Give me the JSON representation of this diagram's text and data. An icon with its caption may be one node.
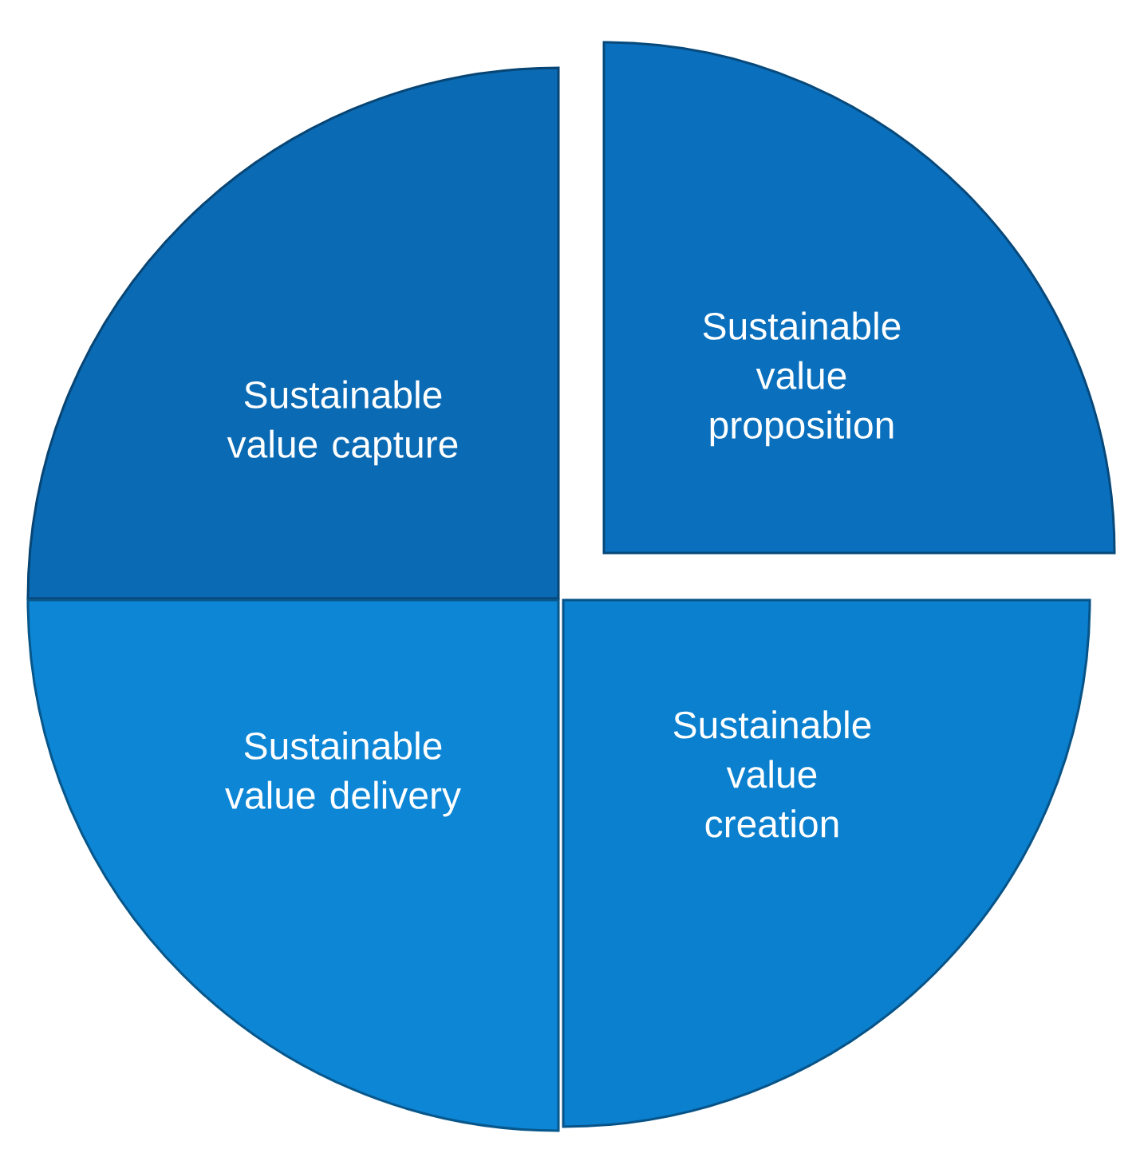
{
  "diagram": {
    "nodes": [
      {
        "text": [
          "Sustainable value capture"
        ]
      },
      {
        "text": [
          "Sustainable value proposition"
        ]
      },
      {
        "text": [
          "Sustainable value delivery"
        ]
      },
      {
        "text": [
          "Sustainable value creation"
        ]
      }
    ]
  }
}
